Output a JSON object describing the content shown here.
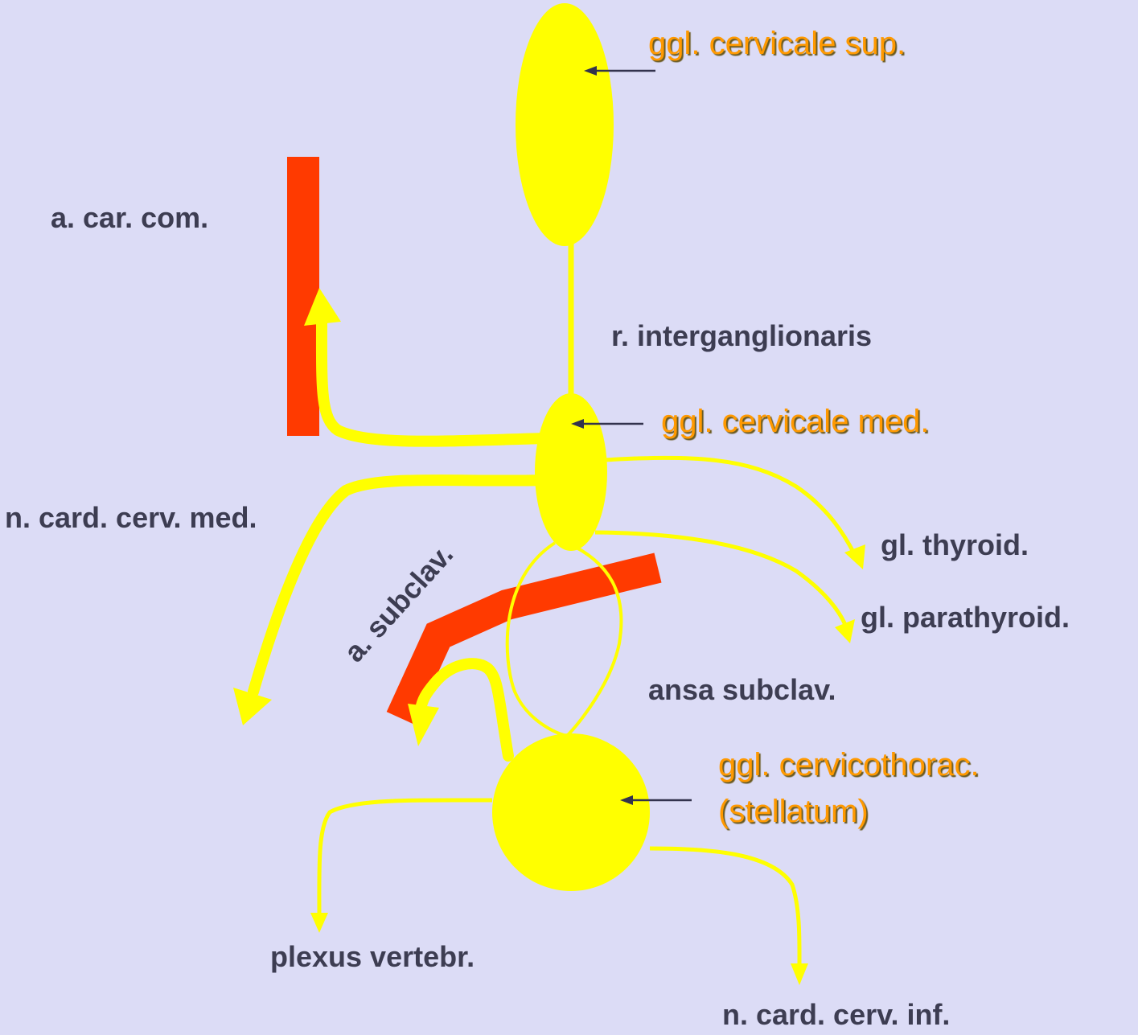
{
  "colors": {
    "background": "#dcdcf6",
    "nerve": "#ffff00",
    "artery": "#ff3a00",
    "ganglion_label": "#ff9900",
    "text": "#3d3d52",
    "pointer": "#33334d"
  },
  "labels": {
    "ggl_sup": "ggl. cervicale sup.",
    "a_car_com": "a. car. com.",
    "r_interganglionaris": "r. interganglionaris",
    "ggl_med": "ggl. cervicale med.",
    "n_card_cerv_med": "n. card. cerv. med.",
    "a_subclav": "a. subclav.",
    "gl_thyroid": "gl. thyroid.",
    "gl_parathyroid": "gl. parathyroid.",
    "ansa_subclav": "ansa subclav.",
    "ggl_cervicothorac_line1": "ggl. cervicothorac.",
    "ggl_cervicothorac_line2": "(stellatum)",
    "plexus_vertebr": "plexus vertebr.",
    "n_card_cerv_inf": "n. card. cerv. inf."
  }
}
